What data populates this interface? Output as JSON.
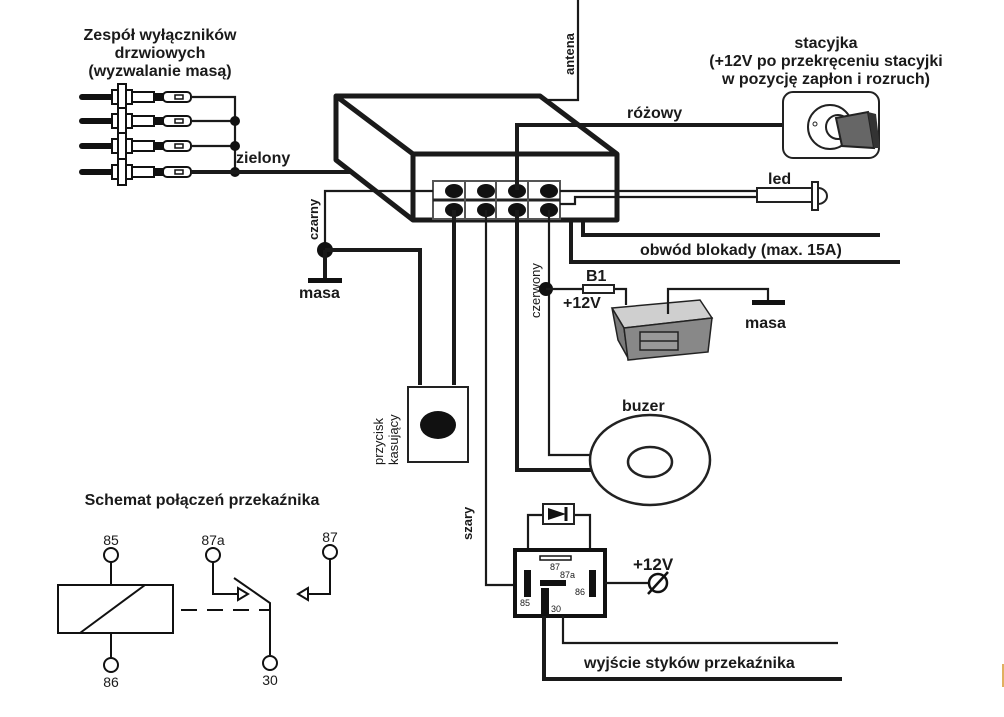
{
  "door_switches": {
    "title_line1": "Zespół  wyłączników",
    "title_line2": "drzwiowych",
    "title_line3": "(wyzwalanie masą)",
    "wire_label": "zielony"
  },
  "antenna": {
    "label": "antena"
  },
  "ignition": {
    "title_line1": "stacyjka",
    "title_line2": "(+12V po przekręceniu stacyjki",
    "title_line3": "w pozycję zapłon i rozruch)",
    "wire_label": "różowy"
  },
  "led": {
    "label": "led"
  },
  "immobilizer": {
    "label": "obwód blokady (max. 15A)"
  },
  "ground_left": {
    "wire_label": "czarny",
    "label": "masa"
  },
  "battery": {
    "fuse_label": "B1",
    "voltage_label": "+12V",
    "ground_label": "masa",
    "wire_label": "czerwony"
  },
  "reset_button": {
    "label_line1": "przycisk",
    "label_line2": "kasujący"
  },
  "buzzer": {
    "label": "buzer"
  },
  "relay": {
    "wire_label": "szary",
    "supply_label": "+12V",
    "pins": {
      "p87": "87",
      "p87a": "87a",
      "p85": "85",
      "p86": "86",
      "p30": "30"
    },
    "output_label": "wyjście styków przekaźnika"
  },
  "relay_schematic": {
    "title": "Schemat połączeń przekaźnika",
    "pins": {
      "p85": "85",
      "p86": "86",
      "p87a": "87a",
      "p87": "87",
      "p30": "30"
    }
  }
}
